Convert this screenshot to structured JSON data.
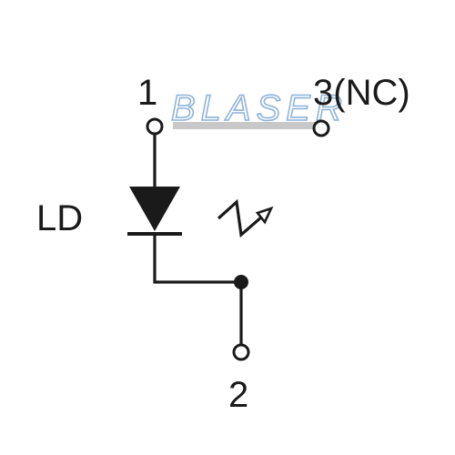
{
  "diagram": {
    "component_label": "LD",
    "pins": {
      "pin1": "1",
      "pin2": "2",
      "pin3": "3(NC)"
    },
    "watermark": "BLASER",
    "colors": {
      "line": "#1a1a1a",
      "watermark": "#8fb3d9",
      "watermark_bar": "#c8c8c8",
      "background": "#ffffff"
    }
  }
}
